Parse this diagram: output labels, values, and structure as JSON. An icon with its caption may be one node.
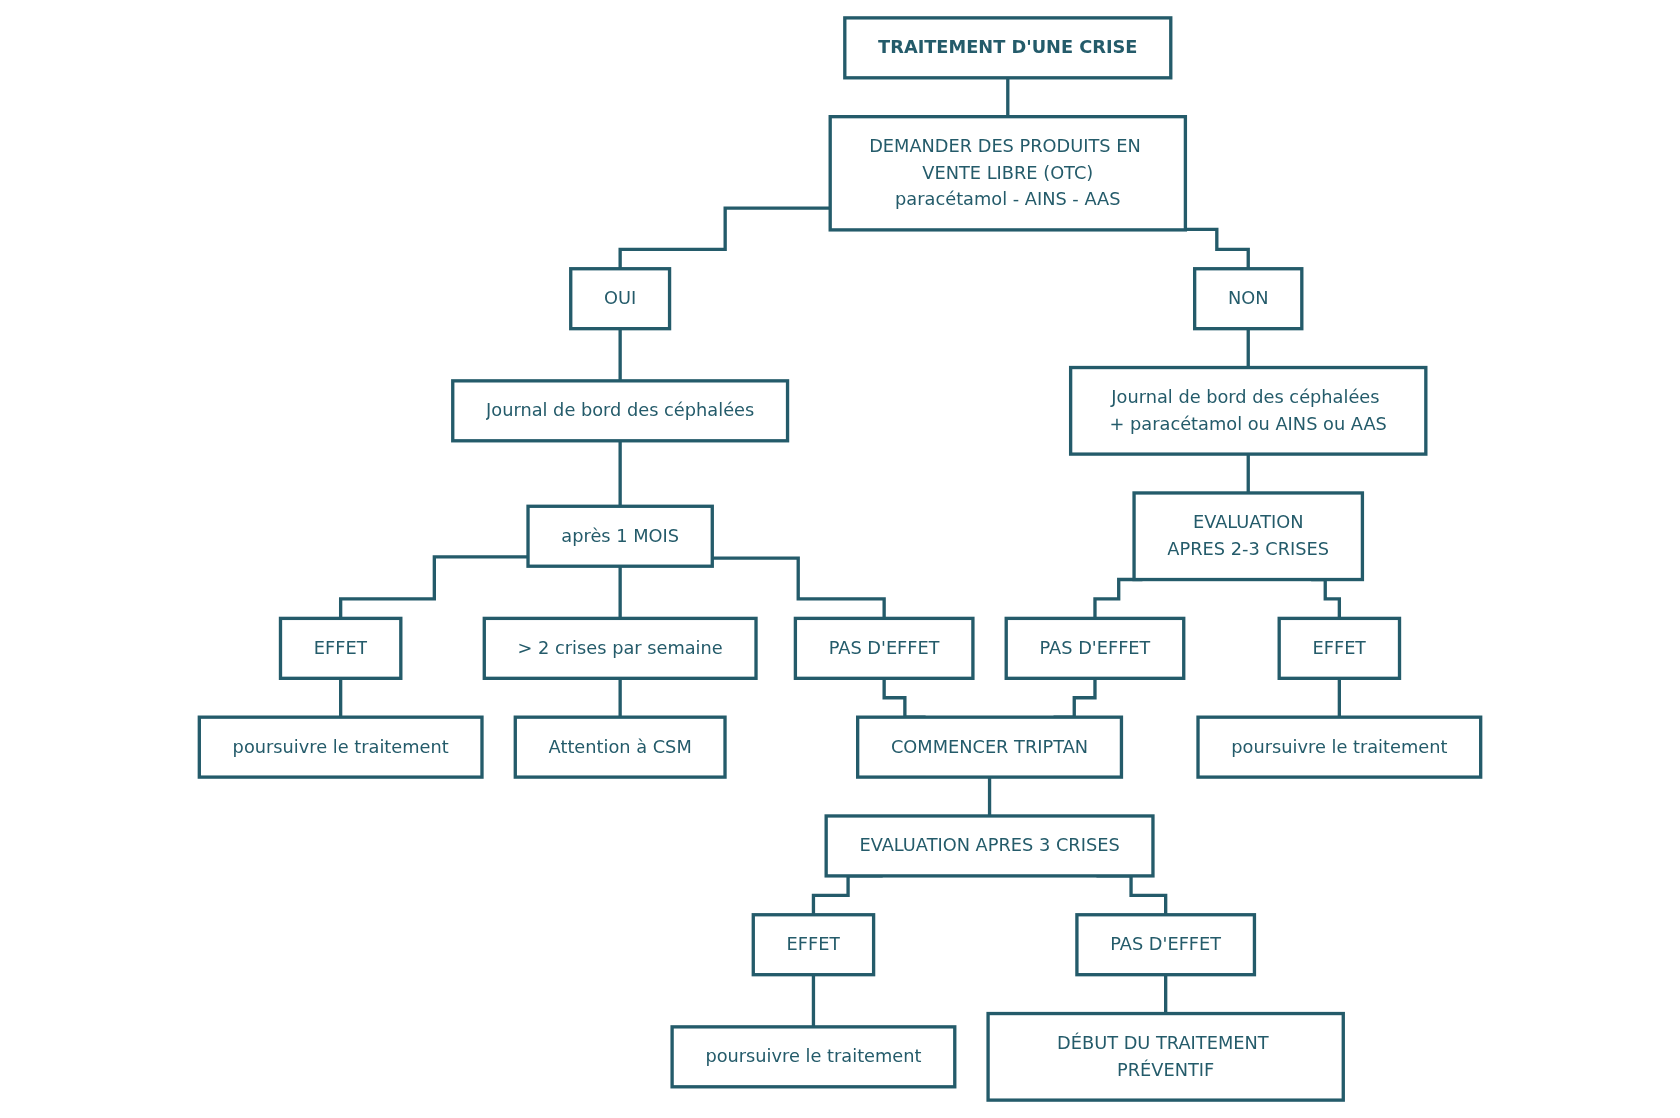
{
  "diagram": {
    "nodes": [
      {
        "text": [
          "TRAITEMENT D'UNE CRISE"
        ]
      },
      {
        "text": [
          "DEMANDER DES PRODUITS EN VENTE LIBRE (OTC)",
          "paracétamol - AINS - AAS"
        ]
      },
      {
        "text": [
          "OUI"
        ]
      },
      {
        "text": [
          "NON"
        ]
      },
      {
        "text": [
          "Journal de bord des céphalées"
        ]
      },
      {
        "text": [
          "Journal de bord des céphalées + paracétamol ou AINS ou AAS"
        ]
      },
      {
        "text": [
          "après 1 MOIS"
        ]
      },
      {
        "text": [
          "EVALUATION",
          "APRES 2-3 CRISES"
        ]
      },
      {
        "text": [
          "EFFET"
        ]
      },
      {
        "text": [
          "> 2 crises par semaine"
        ]
      },
      {
        "text": [
          "PAS D'EFFET"
        ]
      },
      {
        "text": [
          "PAS D'EFFET"
        ]
      },
      {
        "text": [
          "EFFET"
        ]
      },
      {
        "text": [
          "poursuivre le traitement"
        ]
      },
      {
        "text": [
          "Attention à CSM"
        ]
      },
      {
        "text": [
          "COMMENCER TRIPTAN"
        ]
      },
      {
        "text": [
          "poursuivre le traitement"
        ]
      },
      {
        "text": [
          "EVALUATION APRES 3 CRISES"
        ]
      },
      {
        "text": [
          "EFFET"
        ]
      },
      {
        "text": [
          "PAS D'EFFET"
        ]
      },
      {
        "text": [
          "poursuivre le traitement"
        ]
      },
      {
        "text": [
          "DÉBUT DU TRAITEMENT PRÉVENTIF"
        ]
      }
    ],
    "edges": [
      {
        "from": 0,
        "to": 1,
        "arrow": "none"
      },
      {
        "from": 1,
        "to": 2,
        "arrow": "none"
      },
      {
        "from": 1,
        "to": 3,
        "arrow": "none"
      },
      {
        "from": 2,
        "to": 4,
        "arrow": "none"
      },
      {
        "from": 3,
        "to": 5,
        "arrow": "none"
      },
      {
        "from": 4,
        "to": 6,
        "arrow": "none"
      },
      {
        "from": 5,
        "to": 7,
        "arrow": "none"
      },
      {
        "from": 6,
        "to": 8,
        "arrow": "none"
      },
      {
        "from": 6,
        "to": 9,
        "arrow": "none"
      },
      {
        "from": 6,
        "to": 10,
        "arrow": "none"
      },
      {
        "from": 7,
        "to": 11,
        "arrow": "none"
      },
      {
        "from": 7,
        "to": 12,
        "arrow": "none"
      },
      {
        "from": 8,
        "to": 13,
        "arrow": "none"
      },
      {
        "from": 9,
        "to": 14,
        "arrow": "none"
      },
      {
        "from": 10,
        "to": 15,
        "arrow": "none"
      },
      {
        "from": 11,
        "to": 15,
        "arrow": "none"
      },
      {
        "from": 12,
        "to": 16,
        "arrow": "none"
      },
      {
        "from": 15,
        "to": 17,
        "arrow": "none"
      },
      {
        "from": 17,
        "to": 18,
        "arrow": "none"
      },
      {
        "from": 17,
        "to": 19,
        "arrow": "none"
      },
      {
        "from": 18,
        "to": 20,
        "arrow": "none"
      },
      {
        "from": 19,
        "to": 21,
        "arrow": "none"
      }
    ]
  }
}
